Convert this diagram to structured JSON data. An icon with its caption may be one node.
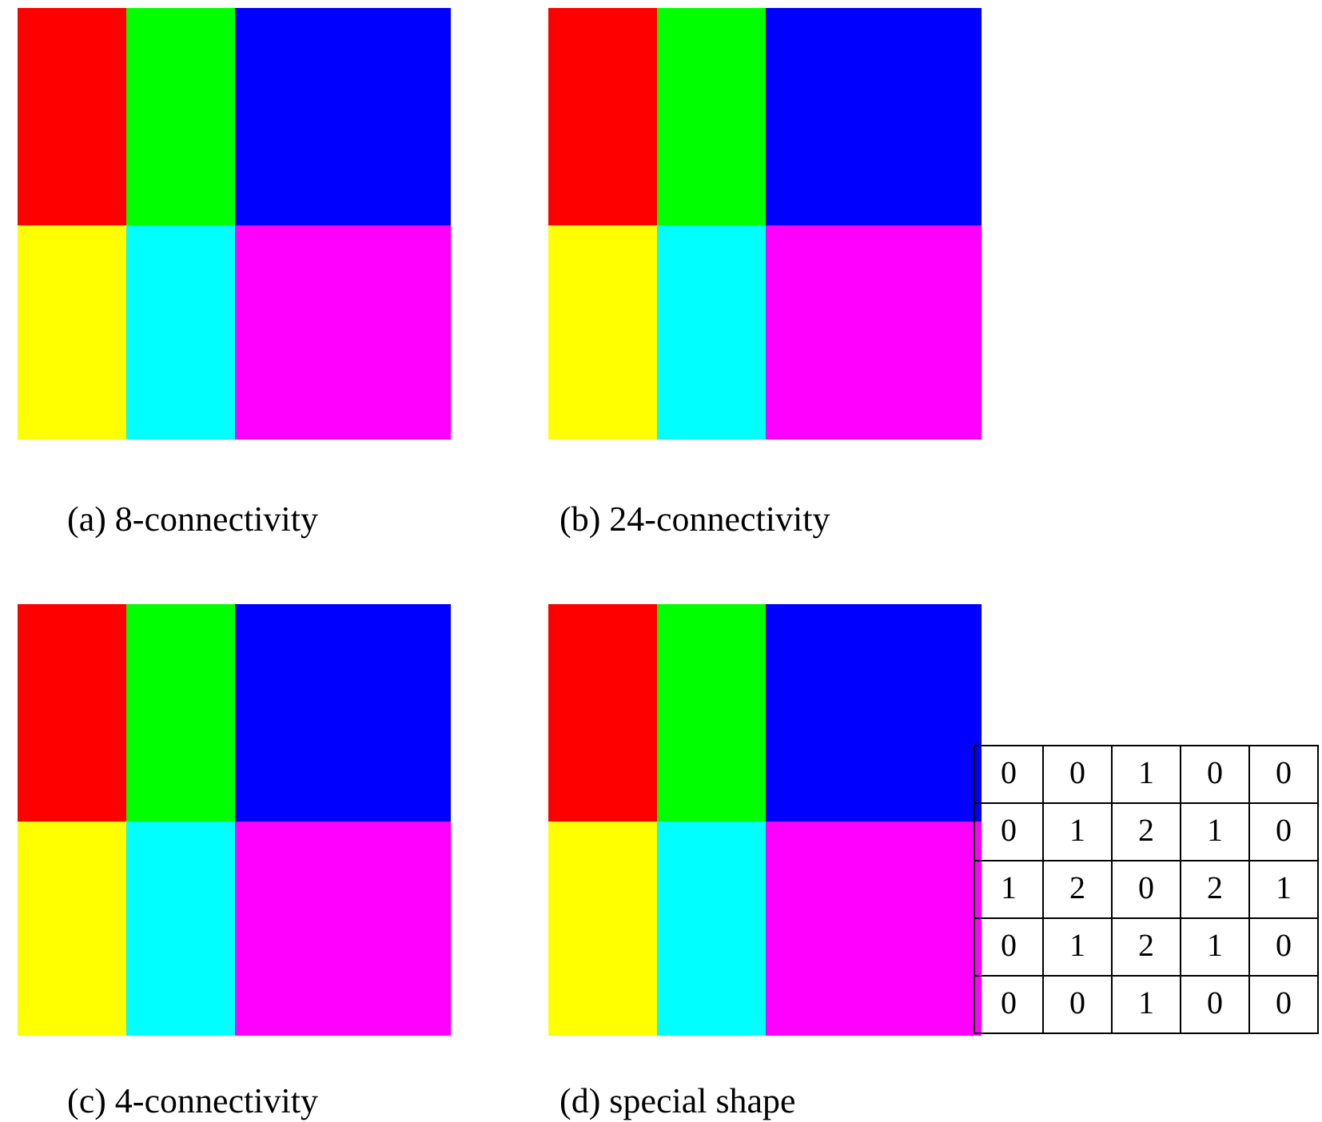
{
  "diagram": {
    "labels": [
      "(a) 8-connectivity",
      "(b) 24-connectivity",
      "(c) 4-connectivity",
      "(d) special shape",
      "0",
      "0",
      "1",
      "0",
      "0",
      "0",
      "1",
      "2",
      "1",
      "0",
      "1",
      "2",
      "0",
      "2",
      "1",
      "0",
      "1",
      "2",
      "1",
      "0",
      "0",
      "0",
      "1",
      "0",
      "0"
    ]
  }
}
